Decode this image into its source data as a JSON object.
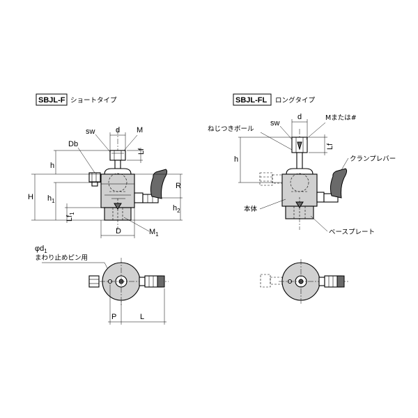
{
  "diagram": {
    "short_type": {
      "model": "SBJL-F",
      "name": "ショートタイプ",
      "dimensions": {
        "sw": "sw",
        "d": "d",
        "M": "M",
        "Db": "Db",
        "Lf": "Lf",
        "h": "h",
        "H": "H",
        "h1_base": "h",
        "h1_sub": "1",
        "R": "R",
        "h2_base": "h",
        "h2_sub": "2",
        "Lf1_base": "Lf",
        "Lf1_sub": "1",
        "D": "D",
        "M1_base": "M",
        "M1_sub": "1",
        "phi_d1": "φd",
        "phi_d1_sub": "1",
        "pin_note": "まわり止めピン用",
        "P": "P",
        "L": "L"
      }
    },
    "long_type": {
      "model": "SBJL-FL",
      "name": "ロングタイプ",
      "dimensions": {
        "sw": "sw",
        "d": "d",
        "M_or_hash": "Mまたは#",
        "Lf": "Lf",
        "h": "h"
      },
      "callouts": {
        "screw_ball": "ねじつきボール",
        "clamp_lever": "クランプレバー",
        "main_body": "本体",
        "base_plate": "ベースプレート"
      }
    }
  }
}
